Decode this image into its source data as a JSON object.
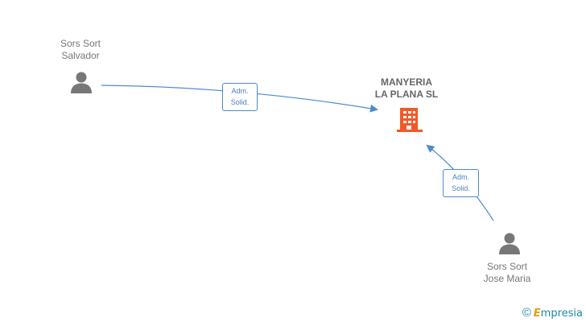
{
  "nodes": {
    "person_salvador": {
      "line1": "Sors Sort",
      "line2": "Salvador"
    },
    "person_jose": {
      "line1": "Sors Sort",
      "line2": "Jose Maria"
    },
    "company": {
      "line1": "MANYERIA",
      "line2": "LA PLANA SL"
    }
  },
  "edges": {
    "salvador_to_company": {
      "line1": "Adm.",
      "line2": "Solid."
    },
    "jose_to_company": {
      "line1": "Adm.",
      "line2": "Solid."
    }
  },
  "watermark": {
    "symbol": "©",
    "initial": "E",
    "rest": "mpresia"
  },
  "colors": {
    "edge": "#4a8ad4",
    "person_icon": "#777777",
    "company_icon": "#f05a28",
    "label_text": "#777777"
  }
}
